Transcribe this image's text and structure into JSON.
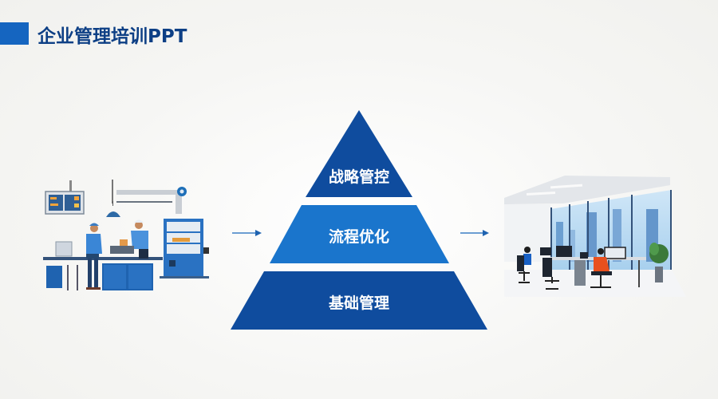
{
  "slide": {
    "title": "企业管理培训PPT",
    "accent_color": "#1565c0",
    "title_color": "#0d3f85"
  },
  "pyramid": {
    "levels": [
      {
        "label": "战略管控",
        "color": "#0f4c9e"
      },
      {
        "label": "流程优化",
        "color": "#1a75cc"
      },
      {
        "label": "基础管理",
        "color": "#0f4c9e"
      }
    ]
  },
  "illustrations": {
    "left": {
      "name": "factory-workers-illustration",
      "caption": ""
    },
    "right": {
      "name": "modern-office-illustration",
      "caption": ""
    }
  },
  "arrows": {
    "left": "arrow-right-icon",
    "right": "arrow-right-icon"
  }
}
